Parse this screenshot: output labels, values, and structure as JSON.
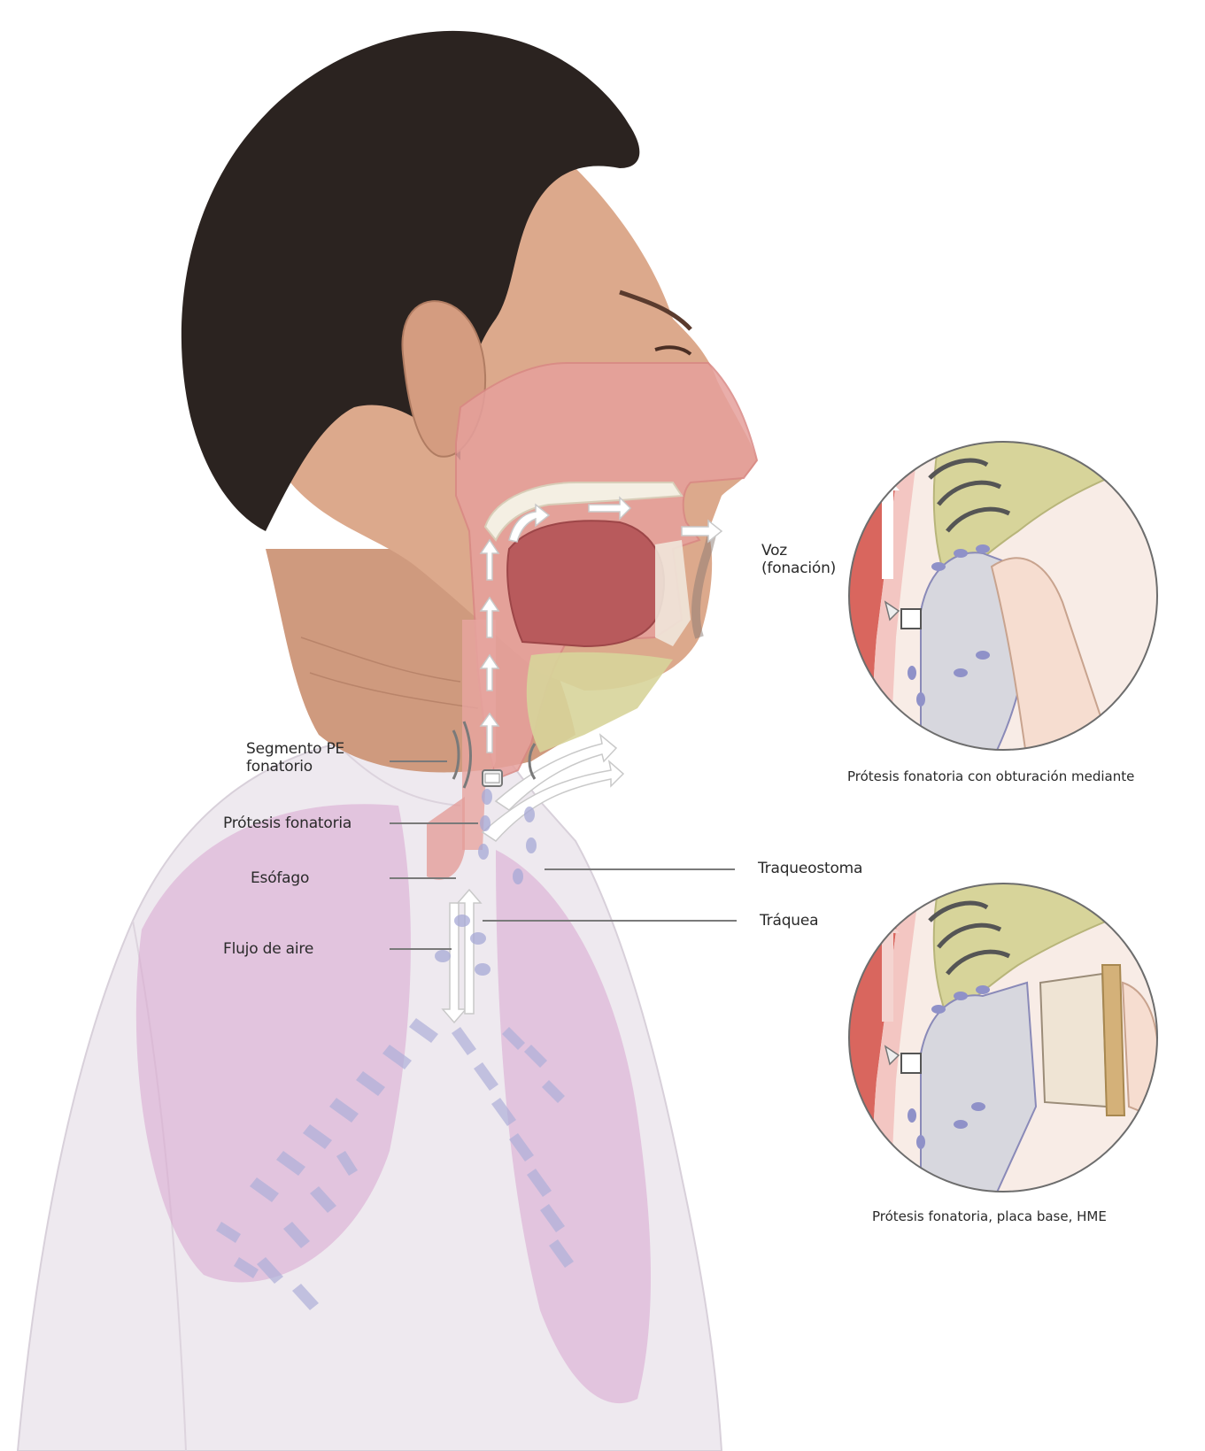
{
  "labels": {
    "segmento_pe_line1": "Segmento PE",
    "segmento_pe_line2": "fonatorio",
    "protesis_fonatoria": "Prótesis fonatoria",
    "esofago": "Esófago",
    "flujo_de_aire": "Flujo de aire",
    "voz_line1": "Voz",
    "voz_line2": "(fonación)",
    "traqueostoma": "Traqueostoma",
    "traquea": "Tráquea"
  },
  "captions": {
    "inset_top": "Prótesis fonatoria con obturación mediante",
    "inset_bottom": "Prótesis fonatoria, placa base, HME"
  },
  "colors": {
    "hair": "#2b2320",
    "skin": "#d9a88a",
    "shirt": "#efeaf0",
    "airway": "#e8a4a0",
    "tongue": "#b85a5c",
    "pe_segment": "#d7d49a",
    "trachea": "#a7a9d6",
    "lung": "#e2bfd8",
    "leader_line": "#777777"
  }
}
